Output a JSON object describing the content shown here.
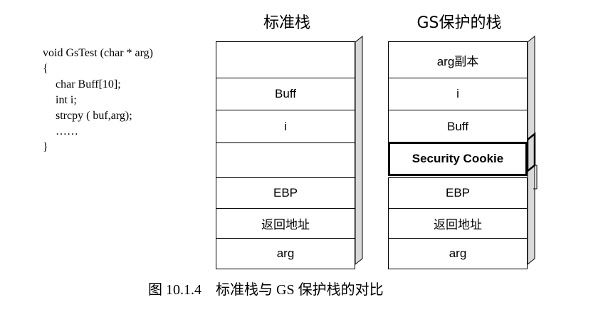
{
  "code": {
    "lines": [
      "void GsTest (char * arg)",
      "{",
      "char Buff[10];",
      "int i;",
      "strcpy ( buf,arg);",
      "……",
      "}"
    ]
  },
  "standard_stack": {
    "title": "标准栈",
    "cells": [
      "",
      "Buff",
      "i",
      "",
      "EBP",
      "返回地址",
      "arg"
    ]
  },
  "gs_stack": {
    "title": "GS保护的栈",
    "cells": [
      "arg副本",
      "i",
      "Buff",
      "Security Cookie",
      "EBP",
      "返回地址",
      "arg"
    ],
    "highlighted_index": 3
  },
  "caption": "图 10.1.4    标准栈与 GS 保护栈的对比"
}
